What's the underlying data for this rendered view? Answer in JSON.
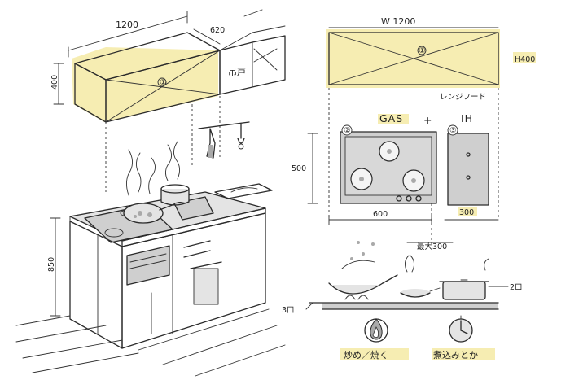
{
  "left_sketch": {
    "hood_width": "1200",
    "hood_depth": "620",
    "hood_height": "400",
    "hood_number": "①",
    "cabinet_label": "吊戸",
    "counter_height": "850"
  },
  "right_sketch": {
    "hood_width": "W 1200",
    "hood_height": "H400",
    "hood_number": "①",
    "hood_label": "レンジフード",
    "gas_label": "GAS",
    "plus_label": "+",
    "ih_label": "IH",
    "gas_number": "②",
    "ih_number": "③",
    "depth_label": "500",
    "gas_width": "600",
    "ih_width": "300",
    "max_label": "最大300",
    "two_burner_label": "2口",
    "three_burner_label": "3口"
  },
  "captions": {
    "stir_fry": "炒め／焼く",
    "simmer": "煮込みとか"
  },
  "icons": {
    "fire": "flame-icon",
    "timer": "timer-icon"
  },
  "colors": {
    "highlight": "#f4eaa4",
    "ink": "#2b2b2b",
    "panel_grey": "#cfcfcf"
  }
}
